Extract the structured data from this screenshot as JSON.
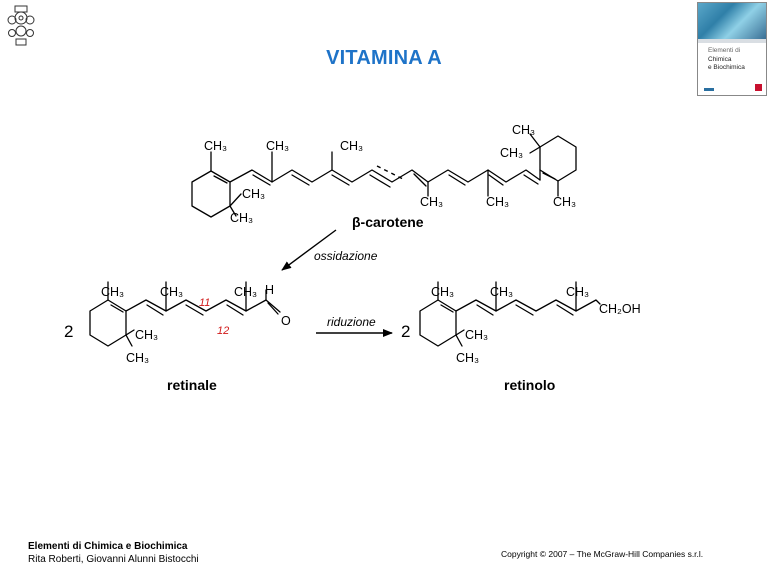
{
  "title": "VITAMINA A",
  "book_cover": {
    "line1": "Elementi di",
    "line2": "Chimica",
    "line3": "e Biochimica"
  },
  "molecules": {
    "beta_carotene": {
      "name": "β-carotene"
    },
    "retinal": {
      "name": "retinale",
      "coefficient": "2",
      "carbon_11": "11",
      "carbon_12": "12",
      "aldehyde_H": "H",
      "aldehyde_O": "O"
    },
    "retinol": {
      "name": "retinolo",
      "coefficient": "2",
      "group": "CH₂OH"
    }
  },
  "methyl_label": "CH₃",
  "steps": {
    "oxidation": "ossidazione",
    "reduction": "riduzione"
  },
  "footer": {
    "book_title": "Elementi di Chimica e Biochimica",
    "authors": "Rita Roberti, Giovanni Alunni Bistocchi",
    "copyright": "Copyright © 2007 – The McGraw-Hill Companies s.r.l."
  },
  "colors": {
    "title": "#1e73c8",
    "carbon_numbers": "#d11a1a"
  }
}
